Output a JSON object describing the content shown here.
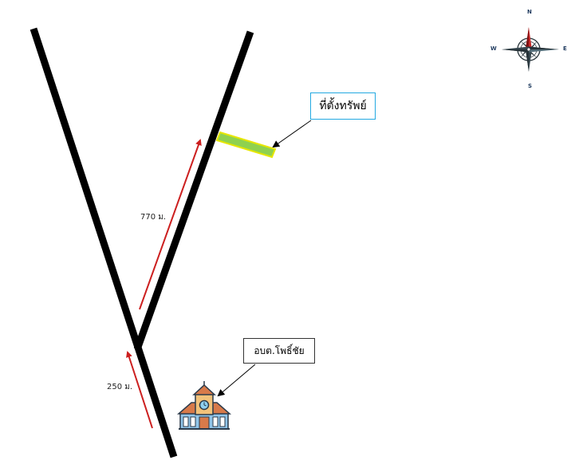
{
  "map": {
    "property_label": "ที่ตั้งทรัพย์",
    "office_label": "อบต.โพธิ์ชัย",
    "distance_upper": "770 ม.",
    "distance_lower": "250 ม.",
    "property_icon": "property-parcel-icon",
    "office_icon": "government-building-icon"
  },
  "compass": {
    "north": "N",
    "south": "S",
    "east": "E",
    "west": "W",
    "icon": "compass-rose-icon"
  },
  "colors": {
    "road": "#000000",
    "arrow": "#cc1f1f",
    "parcel_fill": "#8fd14f",
    "parcel_border": "#e6e600",
    "property_box_border": "#23a9e1",
    "compass_red": "#c62828",
    "compass_dark": "#263238"
  }
}
